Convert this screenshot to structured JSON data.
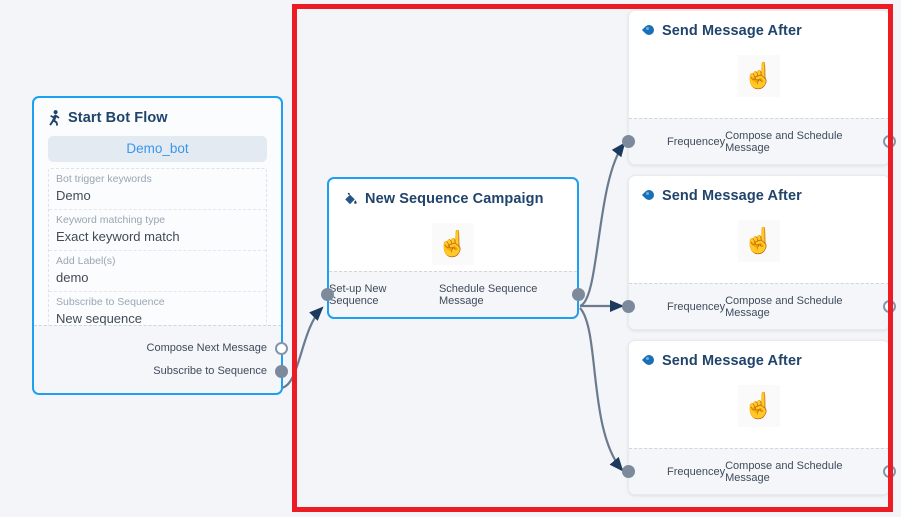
{
  "canvas": {
    "background_color": "#f4f5f8",
    "highlight_color": "#ed1c24",
    "accent_color": "#1e9ff2",
    "title_color": "#20446b",
    "edge_color": "#6b7a8d"
  },
  "start_node": {
    "title": "Start Bot Flow",
    "icon": "running-person-icon",
    "bot_pill": "Demo_bot",
    "fields": [
      {
        "label": "Bot trigger keywords",
        "value": "Demo"
      },
      {
        "label": "Keyword matching type",
        "value": "Exact keyword match"
      },
      {
        "label": "Add Label(s)",
        "value": "demo"
      },
      {
        "label": "Subscribe to Sequence",
        "value": "New sequence"
      }
    ],
    "ports": [
      {
        "label": "Compose Next Message",
        "style": "hollow"
      },
      {
        "label": "Subscribe to Sequence",
        "style": "filled"
      }
    ]
  },
  "sequence_node": {
    "title": "New Sequence Campaign",
    "icon": "paint-bucket-icon",
    "cursor_glyph": "☝",
    "footer_left": "Set-up New Sequence",
    "footer_right": "Schedule Sequence Message"
  },
  "message_nodes": [
    {
      "title": "Send Message After",
      "icon": "water-droplet-icon",
      "cursor_glyph": "☝",
      "footer_left": "Frequencey",
      "footer_right": "Compose and Schedule Message"
    },
    {
      "title": "Send Message After",
      "icon": "water-droplet-icon",
      "cursor_glyph": "☝",
      "footer_left": "Frequencey",
      "footer_right": "Compose and Schedule Message"
    },
    {
      "title": "Send Message After",
      "icon": "water-droplet-icon",
      "cursor_glyph": "☝",
      "footer_left": "Frequencey",
      "footer_right": "Compose and Schedule Message"
    }
  ]
}
